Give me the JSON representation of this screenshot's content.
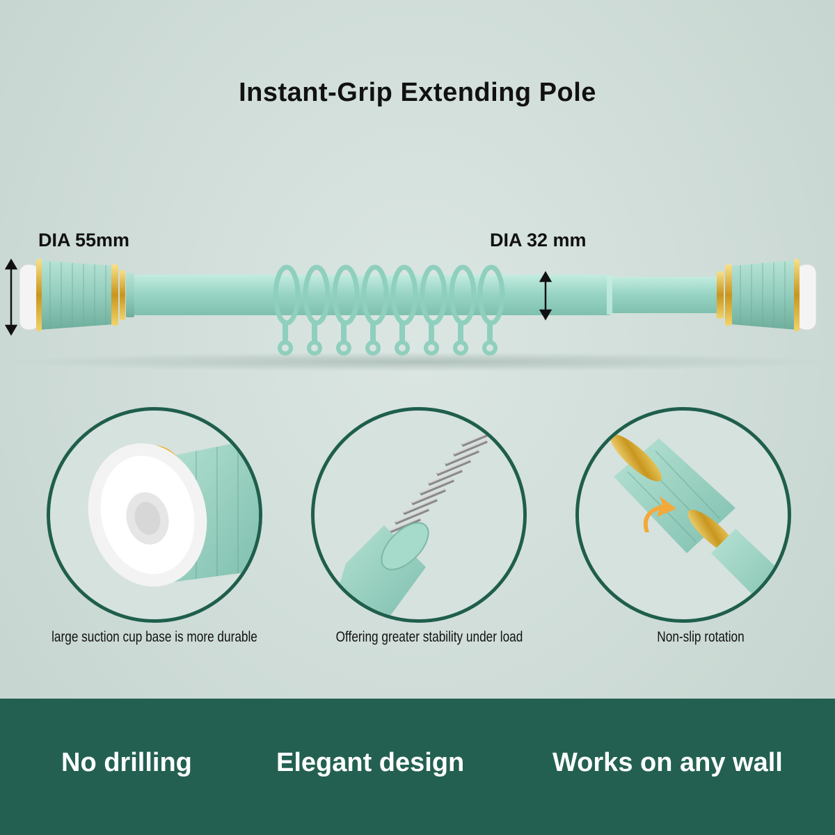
{
  "title": "Instant-Grip Extending Pole",
  "dimensions": {
    "left_label": "DIA 55mm",
    "right_label": "DIA 32 mm"
  },
  "details": [
    {
      "caption": "large suction cup base is more durable"
    },
    {
      "caption": "Offering greater stability under load"
    },
    {
      "caption": "Non-slip rotation"
    }
  ],
  "features": [
    "No drilling",
    "Elegant design",
    "Works on any wall"
  ],
  "colors": {
    "pole": "#9fd6c8",
    "gold": "#d4a72c",
    "banner": "#236051",
    "circle_border": "#1f5e4c"
  }
}
